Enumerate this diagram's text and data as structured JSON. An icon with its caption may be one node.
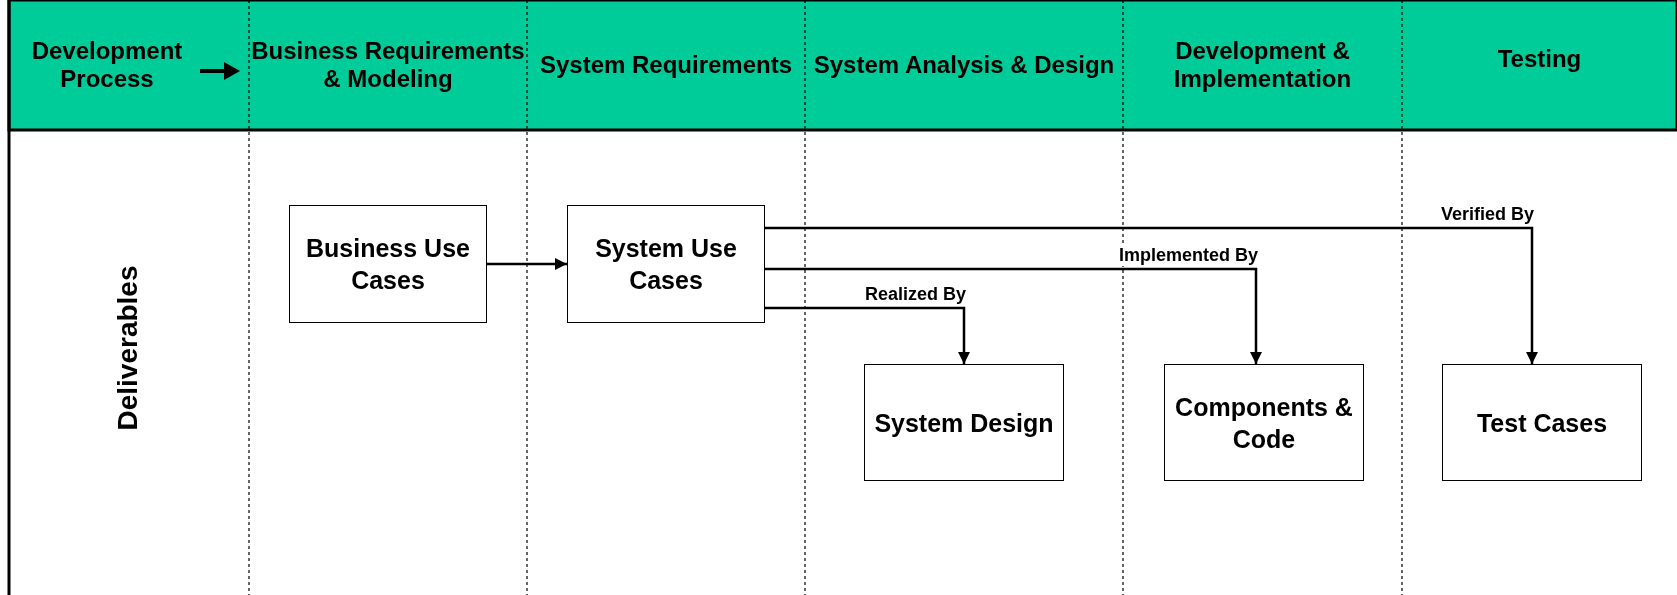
{
  "diagram": {
    "nodes": [
      {
        "text": [
          "Business Use Cases"
        ]
      },
      {
        "text": [
          "System Use Cases"
        ]
      },
      {
        "text": [
          "System Design"
        ]
      },
      {
        "text": [
          "Components & Code"
        ]
      },
      {
        "text": [
          "Test Cases"
        ]
      }
    ],
    "edges": [
      {
        "from": 0,
        "to": 1,
        "arrow": "to"
      },
      {
        "from": 1,
        "to": 4,
        "arrow": "to",
        "label": "Verified By"
      },
      {
        "from": 1,
        "to": 3,
        "arrow": "to",
        "label": "Implemented By"
      },
      {
        "from": 1,
        "to": 2,
        "arrow": "to",
        "label": "Realized By"
      }
    ],
    "labels": [
      "Development Process",
      "Business Requirements & Modeling",
      "System Requirements",
      "System Analysis & Design",
      "Development & Implementation",
      "Testing",
      "Deliverables"
    ]
  }
}
